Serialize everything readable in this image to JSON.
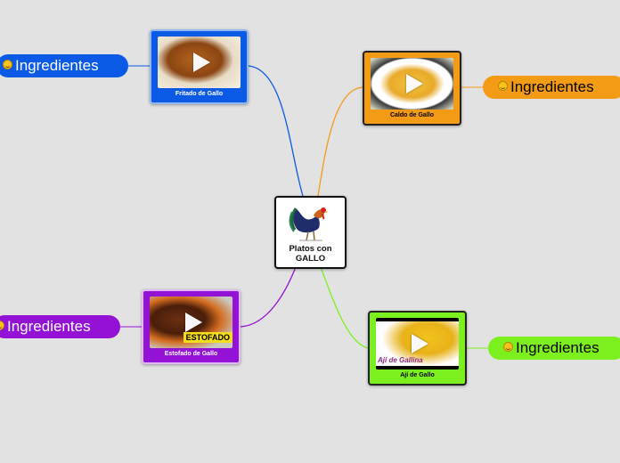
{
  "center": {
    "title_line1": "Platos con",
    "title_line2": "GALLO",
    "icon": "rooster-icon"
  },
  "dishes": [
    {
      "label": "Fritado de Gallo",
      "color": "#0a5ae6",
      "ingredients_label": "Ingredientes",
      "icon": "play-icon"
    },
    {
      "label": "Caldo de Gallo",
      "color": "#f49b16",
      "ingredients_label": "Ingredientes",
      "icon": "play-icon"
    },
    {
      "label": "Estofado de Gallo",
      "color": "#9411d6",
      "ingredients_label": "Ingredientes",
      "icon": "play-icon",
      "thumb_text": "ESTOFADO"
    },
    {
      "label": "Ají de Gallo",
      "color": "#7cf01e",
      "ingredients_label": "Ingredientes",
      "icon": "play-icon",
      "thumb_text": "Ají de Gallina"
    }
  ],
  "colors": {
    "background": "#e2e2e2",
    "center_border": "#111111"
  },
  "emoji_icon": "grinning-face-icon"
}
